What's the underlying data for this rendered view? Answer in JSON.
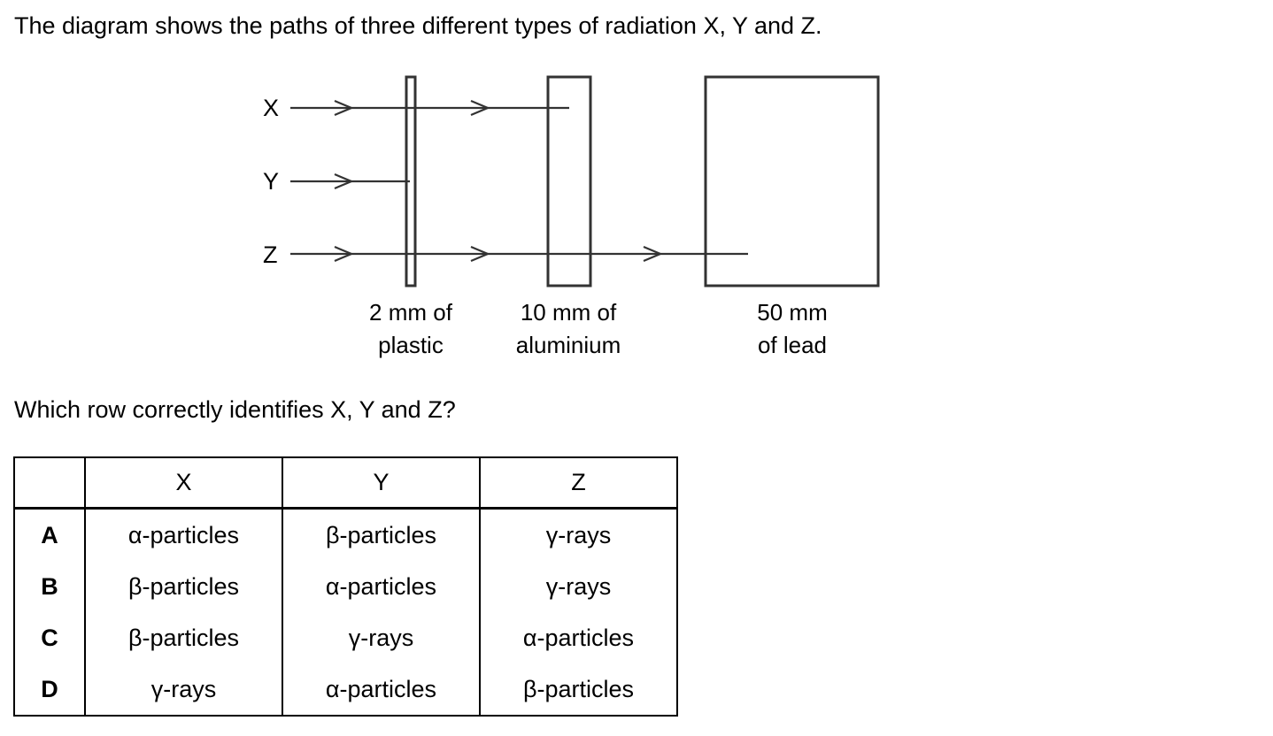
{
  "question": {
    "intro": "The diagram shows the paths of three different types of radiation X, Y and Z.",
    "prompt": "Which row correctly identifies X, Y and Z?"
  },
  "diagram": {
    "rays": [
      {
        "label": "X"
      },
      {
        "label": "Y"
      },
      {
        "label": "Z"
      }
    ],
    "barriers": [
      {
        "line1": "2 mm of",
        "line2": "plastic"
      },
      {
        "line1": "10 mm of",
        "line2": "aluminium"
      },
      {
        "line1": "50 mm",
        "line2": "of lead"
      }
    ]
  },
  "table": {
    "headers": [
      "",
      "X",
      "Y",
      "Z"
    ],
    "rows": [
      {
        "letter": "A",
        "x": "α-particles",
        "y": "β-particles",
        "z": "γ-rays"
      },
      {
        "letter": "B",
        "x": "β-particles",
        "y": "α-particles",
        "z": "γ-rays"
      },
      {
        "letter": "C",
        "x": "β-particles",
        "y": "γ-rays",
        "z": "α-particles"
      },
      {
        "letter": "D",
        "x": "γ-rays",
        "y": "α-particles",
        "z": "β-particles"
      }
    ]
  }
}
